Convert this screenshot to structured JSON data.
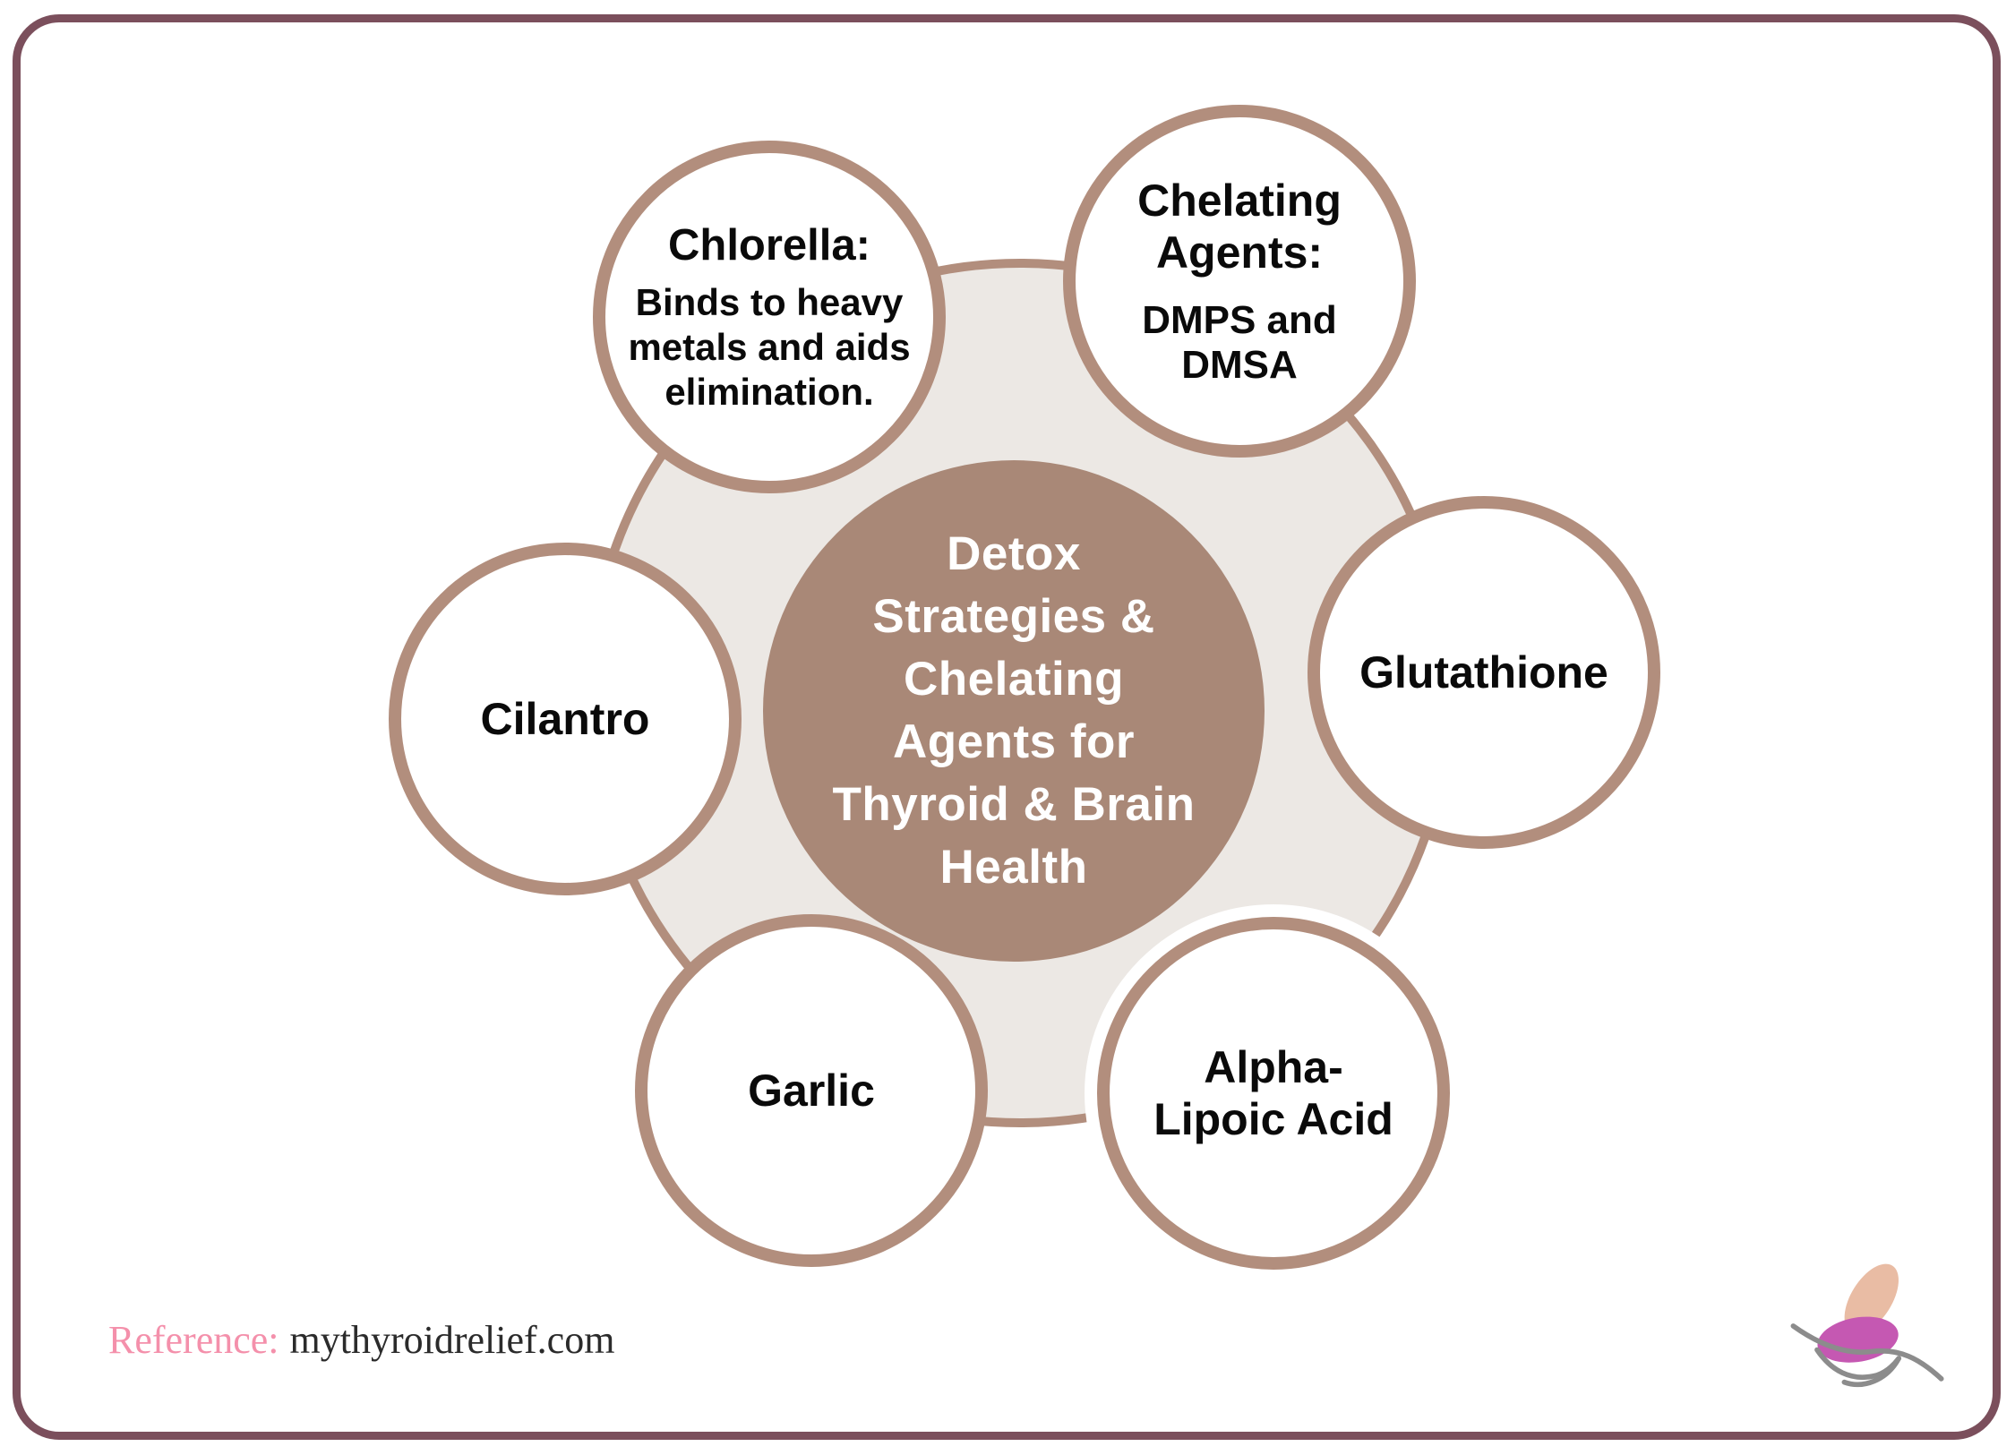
{
  "theme": {
    "card_border": "#7b4f5c",
    "ring_fill": "#ece8e4",
    "ring_border": "#b28e7d",
    "node_fill": "#ffffff",
    "node_border": "#b28e7d",
    "node_text": "#0a0a0a",
    "center_fill": "#a98877",
    "center_text": "#ffffff",
    "reference_label_color": "#f490ab",
    "reference_value_color": "#2b2b2b",
    "logo_petal_top": "#e9bca4",
    "logo_petal_bottom": "#c558b2",
    "logo_line": "#8c8c8c"
  },
  "diagram": {
    "center": {
      "title": "Detox\nStrategies &\nChelating\nAgents for\nThyroid & Brain\nHealth"
    },
    "nodes": [
      {
        "label": "Chlorella:",
        "description": "Binds to heavy\nmetals and aids\nelimination."
      },
      {
        "label": "Chelating\nAgents:",
        "description": "DMPS and\nDMSA"
      },
      {
        "label": "Glutathione",
        "description": ""
      },
      {
        "label": "Alpha-\nLipoic Acid",
        "description": ""
      },
      {
        "label": "Garlic",
        "description": ""
      },
      {
        "label": "Cilantro",
        "description": ""
      }
    ]
  },
  "footer": {
    "reference_label": "Reference:",
    "reference_value": "mythyroidrelief.com"
  },
  "logo": {
    "name": "butterfly-in-hand-logo"
  }
}
